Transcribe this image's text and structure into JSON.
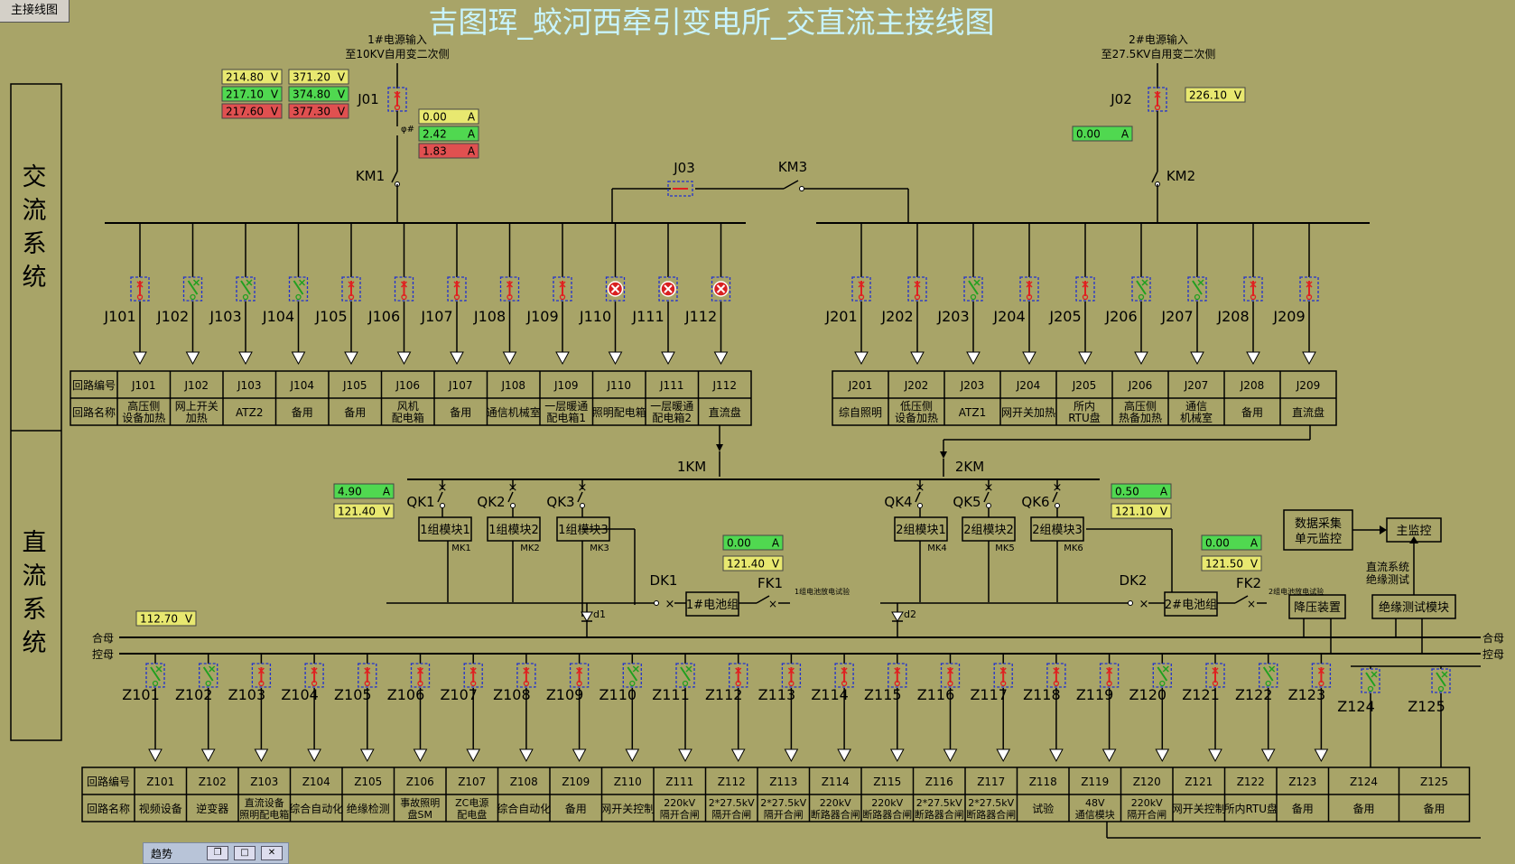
{
  "tab_label": "主接线图",
  "title": "吉图珲_蛟河西牵引变电所_交直流主接线图",
  "side_labels": {
    "ac": "交流系统",
    "dc": "直流系统"
  },
  "source1": {
    "line1": "1#电源输入",
    "line2": "至10KV自用变二次侧"
  },
  "source2": {
    "line1": "2#电源输入",
    "line2": "至27.5KV自用变二次侧"
  },
  "voltages_left": [
    {
      "v": "214.80",
      "c": "#e8e870"
    },
    {
      "v": "371.20",
      "c": "#e8e870"
    },
    {
      "v": "217.10",
      "c": "#50d850"
    },
    {
      "v": "374.80",
      "c": "#50d850"
    },
    {
      "v": "217.60",
      "c": "#e05050"
    },
    {
      "v": "377.30",
      "c": "#e05050"
    }
  ],
  "currents_left": [
    {
      "v": "0.00",
      "c": "#e8e870"
    },
    {
      "v": "2.42",
      "c": "#50d850"
    },
    {
      "v": "1.83",
      "c": "#e05050"
    }
  ],
  "j02_voltage": "226.10",
  "j02_current": "0.00",
  "dc_left": {
    "a": "4.90",
    "v": "121.40"
  },
  "dc_right": {
    "a": "0.50",
    "v": "121.10"
  },
  "bat1": {
    "a": "0.00",
    "v": "121.40"
  },
  "bat2": {
    "a": "0.00",
    "v": "121.50"
  },
  "bus_voltage": "112.70",
  "labels": {
    "J01": "J01",
    "J02": "J02",
    "J03": "J03",
    "KM1": "KM1",
    "KM2": "KM2",
    "KM3": "KM3",
    "1KM": "1KM",
    "2KM": "2KM",
    "DK1": "DK1",
    "DK2": "DK2",
    "FK1": "FK1",
    "FK2": "FK2",
    "d1": "d1",
    "d2": "d2",
    "hemu": "合母",
    "kongmu": "控母",
    "fk_note": "1组电池放电试验",
    "fk_note2": "2组电池放电试验"
  },
  "row_hdr": {
    "code": "回路编号",
    "name": "回路名称"
  },
  "unit_A": "A",
  "unit_V": "V",
  "ac_left": [
    {
      "id": "J101",
      "name": [
        "高压侧",
        "设备加热"
      ],
      "st": "open"
    },
    {
      "id": "J102",
      "name": [
        "网上开关",
        "加热"
      ],
      "st": "closed"
    },
    {
      "id": "J103",
      "name": [
        "ATZ2"
      ],
      "st": "closed"
    },
    {
      "id": "J104",
      "name": [
        "备用"
      ],
      "st": "closed"
    },
    {
      "id": "J105",
      "name": [
        "备用"
      ],
      "st": "open"
    },
    {
      "id": "J106",
      "name": [
        "风机",
        "配电箱"
      ],
      "st": "open"
    },
    {
      "id": "J107",
      "name": [
        "备用"
      ],
      "st": "open"
    },
    {
      "id": "J108",
      "name": [
        "通信机械室"
      ],
      "st": "open"
    },
    {
      "id": "J109",
      "name": [
        "一层暖通",
        "配电箱1"
      ],
      "st": "open"
    },
    {
      "id": "J110",
      "name": [
        "照明配电箱"
      ],
      "st": "fault"
    },
    {
      "id": "J111",
      "name": [
        "一层暖通",
        "配电箱2"
      ],
      "st": "fault"
    },
    {
      "id": "J112",
      "name": [
        "直流盘"
      ],
      "st": "fault"
    }
  ],
  "ac_right": [
    {
      "id": "J201",
      "name": [
        "综自照明"
      ],
      "st": "open"
    },
    {
      "id": "J202",
      "name": [
        "低压侧",
        "设备加热"
      ],
      "st": "open"
    },
    {
      "id": "J203",
      "name": [
        "ATZ1"
      ],
      "st": "closed"
    },
    {
      "id": "J204",
      "name": [
        "网开关加热"
      ],
      "st": "open"
    },
    {
      "id": "J205",
      "name": [
        "所内",
        "RTU盘"
      ],
      "st": "open"
    },
    {
      "id": "J206",
      "name": [
        "高压侧",
        "热备加热"
      ],
      "st": "closed"
    },
    {
      "id": "J207",
      "name": [
        "通信",
        "机械室"
      ],
      "st": "closed"
    },
    {
      "id": "J208",
      "name": [
        "备用"
      ],
      "st": "open"
    },
    {
      "id": "J209",
      "name": [
        "直流盘"
      ],
      "st": "open"
    }
  ],
  "dc_modules": [
    {
      "qk": "QK1",
      "mod": "1组模块1",
      "mk": "MK1"
    },
    {
      "qk": "QK2",
      "mod": "1组模块2",
      "mk": "MK2"
    },
    {
      "qk": "QK3",
      "mod": "1组模块3",
      "mk": "MK3"
    },
    {
      "qk": "QK4",
      "mod": "2组模块1",
      "mk": "MK4"
    },
    {
      "qk": "QK5",
      "mod": "2组模块2",
      "mk": "MK5"
    },
    {
      "qk": "QK6",
      "mod": "2组模块3",
      "mk": "MK6"
    }
  ],
  "bat1_label": "1#电池组",
  "bat2_label": "2#电池组",
  "side_boxes": {
    "daq": [
      "数据采集",
      "单元监控"
    ],
    "main": "主监控",
    "buck": "降压装置",
    "ins": "绝缘测试模块",
    "ins_note": [
      "直流系统",
      "绝缘测试"
    ]
  },
  "dc_feeders": [
    {
      "id": "Z101",
      "name": [
        "视频设备"
      ],
      "st": "closed"
    },
    {
      "id": "Z102",
      "name": [
        "逆变器"
      ],
      "st": "closed"
    },
    {
      "id": "Z103",
      "name": [
        "直流设备",
        "照明配电箱"
      ],
      "st": "open"
    },
    {
      "id": "Z104",
      "name": [
        "综合自动化"
      ],
      "st": "open"
    },
    {
      "id": "Z105",
      "name": [
        "绝缘检测"
      ],
      "st": "open"
    },
    {
      "id": "Z106",
      "name": [
        "事故照明",
        "盘SM"
      ],
      "st": "open"
    },
    {
      "id": "Z107",
      "name": [
        "ZC电源",
        "配电盘"
      ],
      "st": "open"
    },
    {
      "id": "Z108",
      "name": [
        "综合自动化"
      ],
      "st": "open"
    },
    {
      "id": "Z109",
      "name": [
        "备用"
      ],
      "st": "open"
    },
    {
      "id": "Z110",
      "name": [
        "网开关控制"
      ],
      "st": "closed"
    },
    {
      "id": "Z111",
      "name": [
        "220kV",
        "隔开合闸"
      ],
      "st": "closed"
    },
    {
      "id": "Z112",
      "name": [
        "2*27.5kV",
        "隔开合闸"
      ],
      "st": "open"
    },
    {
      "id": "Z113",
      "name": [
        "2*27.5kV",
        "隔开合闸"
      ],
      "st": "open"
    },
    {
      "id": "Z114",
      "name": [
        "220kV",
        "断路器合闸"
      ],
      "st": "open"
    },
    {
      "id": "Z115",
      "name": [
        "220kV",
        "断路器合闸"
      ],
      "st": "open"
    },
    {
      "id": "Z116",
      "name": [
        "2*27.5kV",
        "断路器合闸"
      ],
      "st": "open"
    },
    {
      "id": "Z117",
      "name": [
        "2*27.5kV",
        "断路器合闸"
      ],
      "st": "open"
    },
    {
      "id": "Z118",
      "name": [
        "试验"
      ],
      "st": "open"
    },
    {
      "id": "Z119",
      "name": [
        "48V",
        "通信模块"
      ],
      "st": "open"
    },
    {
      "id": "Z120",
      "name": [
        "220kV",
        "隔开合闸"
      ],
      "st": "closed"
    },
    {
      "id": "Z121",
      "name": [
        "网开关控制"
      ],
      "st": "open"
    },
    {
      "id": "Z122",
      "name": [
        "所内RTU盘"
      ],
      "st": "closed"
    },
    {
      "id": "Z123",
      "name": [
        "备用"
      ],
      "st": "open"
    },
    {
      "id": "Z124",
      "name": [
        "备用"
      ],
      "st": "closed"
    },
    {
      "id": "Z125",
      "name": [
        "备用"
      ],
      "st": "closed"
    }
  ],
  "trend": {
    "label": "趋势"
  },
  "colors": {
    "bg": "#a8a468",
    "line": "#000000",
    "title": "#c8f4ff",
    "open": "#e02020",
    "closed": "#20a020",
    "frame": "#2030d0"
  }
}
